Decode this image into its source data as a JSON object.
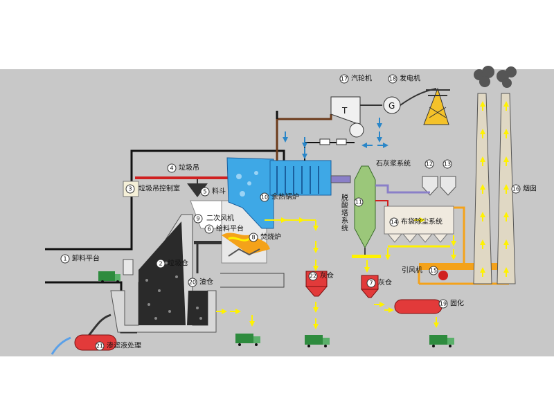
{
  "diagram": {
    "labels": {
      "unloading_platform": "卸料平台",
      "crane_control_room": "垃圾吊控制室",
      "garbage_crane": "垃圾吊",
      "hopper": "料斗",
      "garbage_pit": "垃圾仓",
      "feeding_platform": "给料平台",
      "incinerator": "焚烧炉",
      "secondary_fan": "二次风机",
      "waste_heat_boiler": "余热锅炉",
      "slag_bin": "渣仓",
      "leachate_treatment": "渗滤液处理",
      "turbine": "汽轮机",
      "generator": "发电机",
      "lime_slurry_system": "石灰浆系统",
      "desulfurization_tower": "脱酸塔系统",
      "bag_filter_system": "布袋除尘系统",
      "induced_fan": "引风机",
      "chimney": "烟囱",
      "ash_bin_a": "灰仓",
      "ash_bin_b": "灰仓",
      "solidification": "固化",
      "turbine_symbol": "T",
      "generator_symbol": "G"
    },
    "numbers": {
      "n1": "1",
      "n2": "2",
      "n3": "3",
      "n4": "4",
      "n5": "5",
      "n6": "6",
      "n7": "7",
      "n8": "8",
      "n9": "9",
      "n10": "10",
      "n11": "11",
      "n12": "12",
      "n13": "13",
      "n14": "14",
      "n15": "15",
      "n16": "16",
      "n17": "17",
      "n18": "18",
      "n19": "19",
      "n20": "20",
      "n21": "21",
      "n22": "22"
    },
    "colors": {
      "panel_bg": "#c8c8c8",
      "boiler_blue": "#3ea8e6",
      "tank_red": "#e23a3a",
      "flow_yellow": "#fff200",
      "tower_green": "#9bc77a",
      "flame_orange": "#f4a21a",
      "duct_purple": "#8a7fc8"
    }
  }
}
